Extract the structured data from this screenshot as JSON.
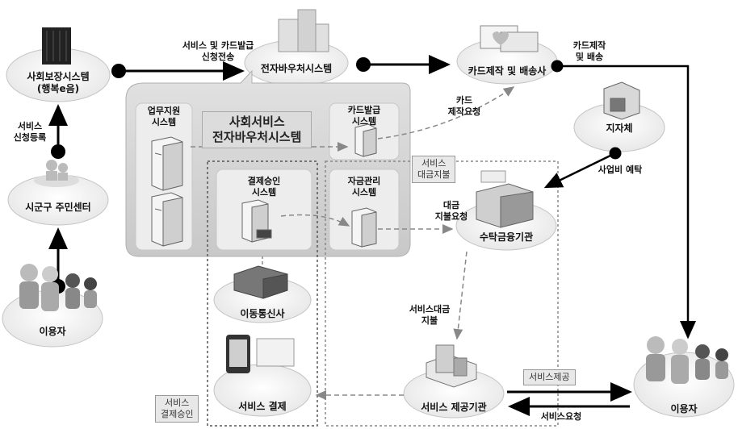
{
  "nodes": {
    "social_security": "사회보장시스템\n(행복e음)",
    "voucher_system": "전자바우처시스템",
    "card_maker": "카드제작 및 배송사",
    "local_gov": "지자체",
    "district_center": "시군구 주민센터",
    "trustee_bank": "수탁금융기관",
    "mobile_carrier": "이동통신사",
    "provider": "서비스 제공기관",
    "service_payment": "서비스 결제",
    "user_left": "이용자",
    "user_right": "이용자"
  },
  "central": {
    "title": "사회서비스\n전자바우처시스템",
    "business_support": "업무지원\n시스템",
    "card_issue": "카드발급\n시스템",
    "payment_approval": "결제승인\n시스템",
    "fund_management": "자금관리\n시스템"
  },
  "annotations": {
    "service_card_request": "서비스 및 카드발급\n신청전송",
    "card_make_request": "카드\n제작요청",
    "card_make_deliver": "카드제작\n및 배송",
    "business_deposit": "사업비 예탁",
    "service_register": "서비스\n신청등록",
    "payment_request": "대금\n지불요청",
    "service_payment_bank": "서비스대금\n지불",
    "service_request": "서비스요청"
  },
  "tags": {
    "service_fee_pay": "서비스\n대금지불",
    "service_payment_approval": "서비스\n결제승인",
    "service_provide": "서비스제공"
  },
  "colors": {
    "node_fill": "#f2f2f2",
    "node_stroke": "#bbbbbb",
    "center_fill": "#d6d6d6",
    "inner_box": "#ededed",
    "arrow": "#000000",
    "dashed": "#888888"
  }
}
